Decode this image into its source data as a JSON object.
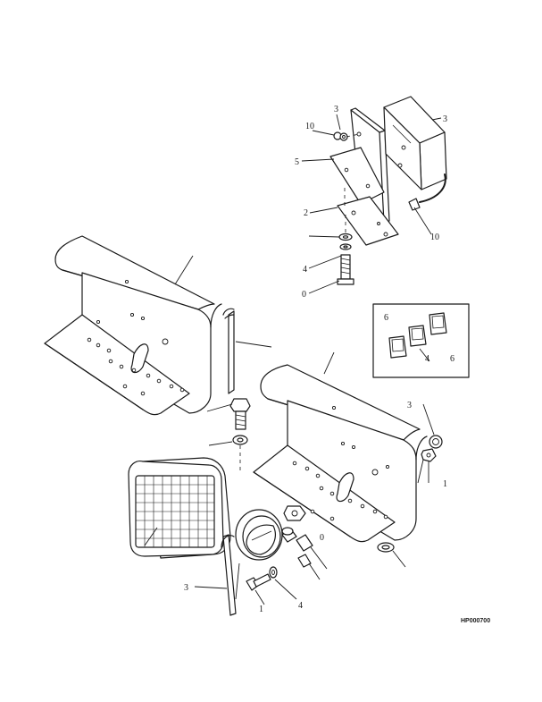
{
  "figure_id": "HP000700",
  "callouts": {
    "c1": "10",
    "c2": "3",
    "c3": "3",
    "c4": "5",
    "c5": "2",
    "c6": "10",
    "c7": "4",
    "c8": "0",
    "c9": "6",
    "c10": "6",
    "c11": "3",
    "c12": "0",
    "c13": "1",
    "c14": "4",
    "c15": "3",
    "c16": "1",
    "c17": "4"
  },
  "colors": {
    "ink": "#1a1a1a",
    "paper": "#ffffff"
  }
}
